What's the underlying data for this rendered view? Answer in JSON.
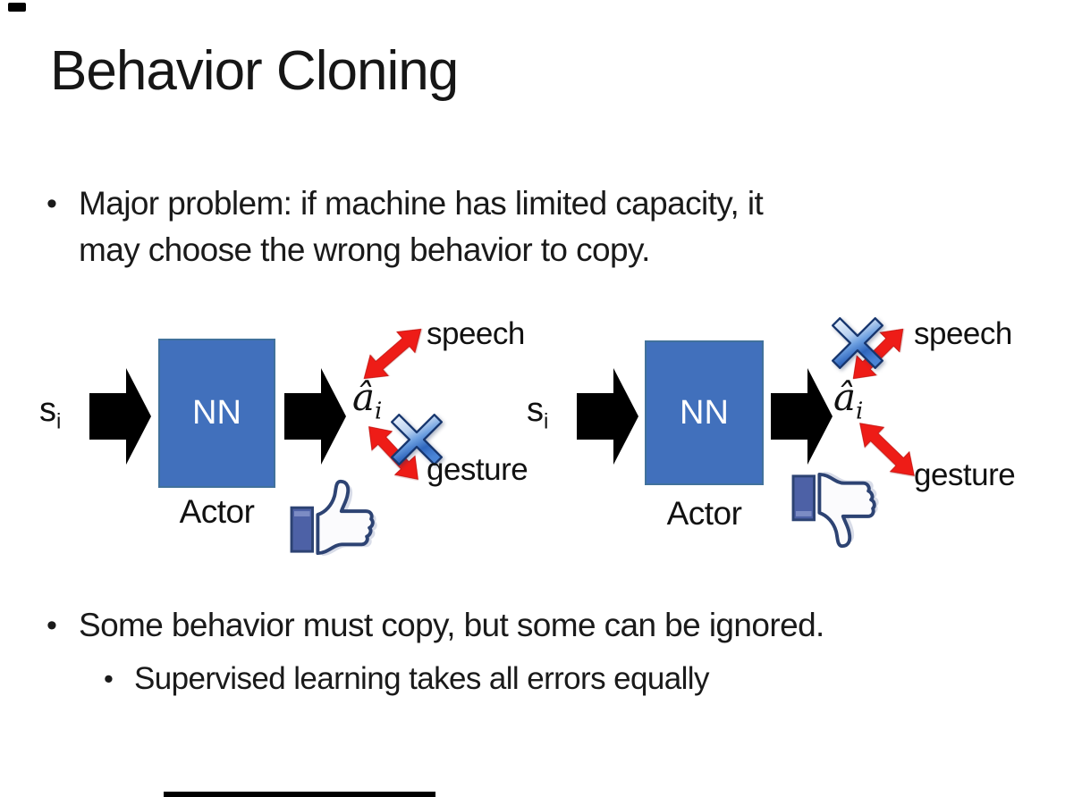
{
  "slide": {
    "title": "Behavior Cloning",
    "bullets": {
      "bullet_char": "•",
      "b1_line1": "Major problem: if machine has limited capacity, it",
      "b1_line2": "may choose the wrong behavior to copy.",
      "b2": "Some behavior must copy, but some can be ignored.",
      "b2_sub": "Supervised learning takes all errors equally"
    }
  },
  "diagrams": [
    {
      "input_base": "s",
      "input_sub": "i",
      "nn_label": "NN",
      "caption": "Actor",
      "output_base": "â",
      "output_sub": "i",
      "speech_label": "speech",
      "gesture_label": "gesture",
      "crossed_branch": "gesture",
      "feedback_icon": "thumbs-up"
    },
    {
      "input_base": "s",
      "input_sub": "i",
      "nn_label": "NN",
      "caption": "Actor",
      "output_base": "â",
      "output_sub": "i",
      "speech_label": "speech",
      "gesture_label": "gesture",
      "crossed_branch": "speech",
      "feedback_icon": "thumbs-down"
    }
  ],
  "colors": {
    "background": "#ffffff",
    "text": "#1a1a1a",
    "nn_box_fill": "#4170bc",
    "nn_box_border": "#41719c",
    "arrow_black": "#000000",
    "arrow_red": "#ee1c17",
    "cross_blue": "#2f66bd",
    "thumb_outline": "#2d4373",
    "thumb_cuff": "#4d61a6"
  }
}
